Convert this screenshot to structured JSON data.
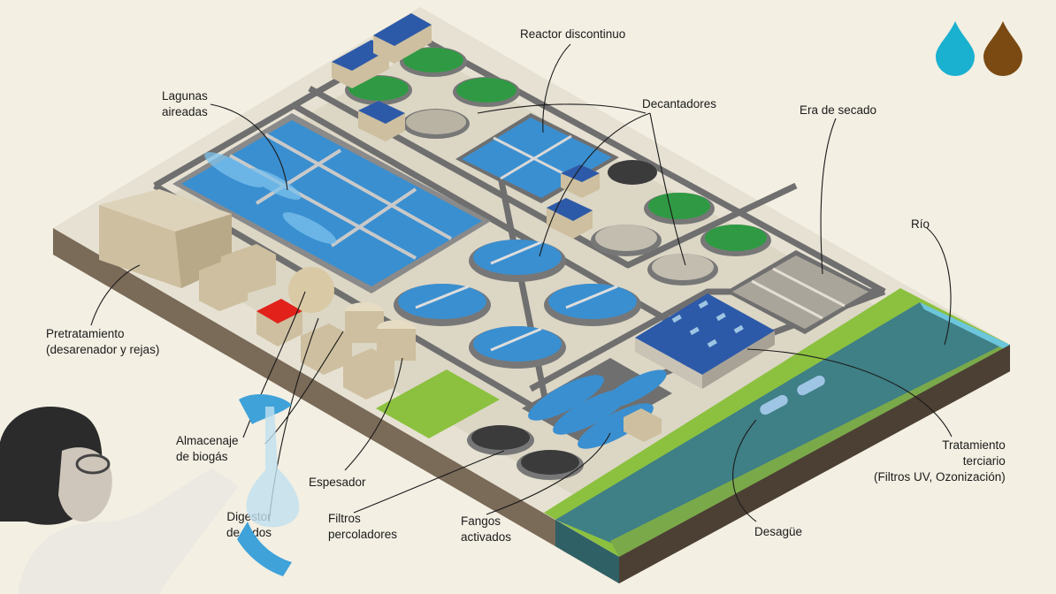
{
  "diagram": {
    "labels": {
      "reactor_discontinuo": "Reactor discontinuo",
      "lagunas_aireadas": "Lagunas\naireadas",
      "decantadores": "Decantadores",
      "era_de_secado": "Era de secado",
      "rio": "Río",
      "pretratamiento": "Pretratamiento\n(desarenador y rejas)",
      "almacenaje_biogas": "Almacenaje\nde biogás",
      "espesador": "Espesador",
      "digestor_lodos": "Digestor\nde lodos",
      "filtros_percoladores": "Filtros\npercoladores",
      "fangos_activados": "Fangos\nactivados",
      "desague": "Desagüe",
      "tratamiento_terciario": "Tratamiento\nterciario\n(Filtros UV, Ozonización)"
    },
    "legend_icons": [
      {
        "name": "clean-water-drop-icon",
        "color": "#1ab0cf"
      },
      {
        "name": "wastewater-drop-icon",
        "color": "#7a4a12"
      }
    ],
    "colors": {
      "background": "#f3efe3",
      "water": "#3a8fd0",
      "sludge_green": "#2f9a43",
      "grass": "#8cc13f",
      "river": "#3f7f86",
      "roof_blue": "#2d5aa8",
      "roof_red": "#e2211b"
    }
  }
}
